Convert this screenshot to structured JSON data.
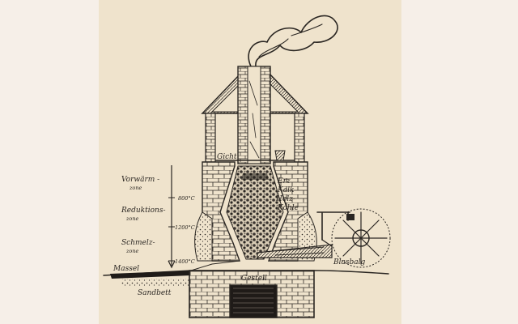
{
  "labels": {
    "gicht": "Gicht",
    "erz": "Erz",
    "kalk": "Kalk",
    "holzkohle_1": "Holz-",
    "holzkohle_2": "Kohle",
    "zone_vorwaerm": "Vorwärm -",
    "zone_vorwaerm_sub": "zone",
    "zone_reduktion": "Reduktions-",
    "zone_reduktion_sub": "zone",
    "zone_schmelz": "Schmelz-",
    "zone_schmelz_sub": "zone",
    "temp_800": "800°C",
    "temp_1200": "1200°C",
    "temp_1400": "1400°C",
    "massel": "Massel",
    "sandbett": "Sandbett",
    "gestell": "Gestell",
    "blasbalg": "Blasbalg"
  },
  "colors": {
    "background": "#f6efe8",
    "paper": "#efe3cc",
    "ink": "#2a2622"
  }
}
